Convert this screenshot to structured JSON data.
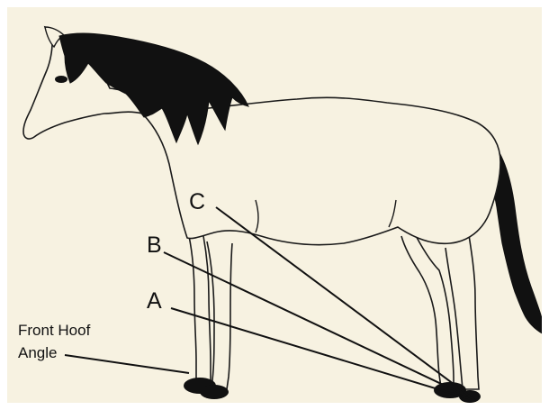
{
  "labels": {
    "c": "C",
    "b": "B",
    "a": "A",
    "front_hoof_line1": "Front Hoof",
    "front_hoof_line2": "Angle"
  },
  "colors": {
    "background": "#f7f2e1",
    "border": "#ffffff",
    "outline": "#1a1a1a",
    "body_fill": "#f7f2e1",
    "mane_tail_hoof": "#111111"
  }
}
